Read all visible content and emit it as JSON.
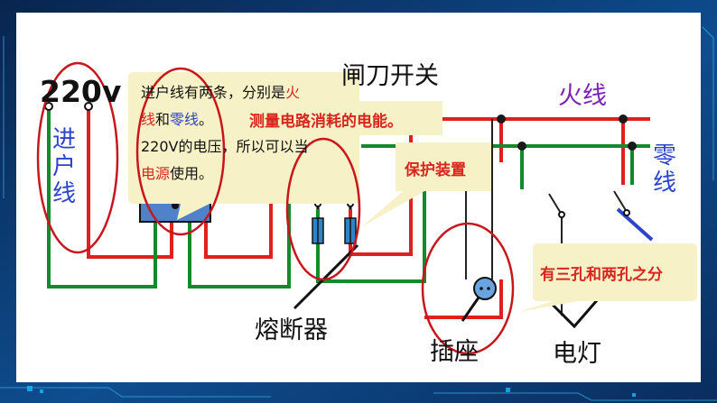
{
  "labels": {
    "voltage": "220v",
    "entry": "进户线",
    "switch": "闸刀开关",
    "live": "火线",
    "neutral": "零线",
    "fuse": "熔断器",
    "socket": "插座",
    "lamp": "电灯"
  },
  "callouts": {
    "entry_note": {
      "l1": "进户线有两条，分别是",
      "l1_red": "火",
      "l2_red": "线",
      "l2_mid": "和",
      "l2_blue": "零线",
      "l2_end": "。",
      "l3": "220V的电压，所以可以当",
      "l4_red": "电源",
      "l4_end": "使用。"
    },
    "meter": "测量电路消耗的电能。",
    "protect": "保护装置",
    "socket_note": "有三孔和两孔之分"
  },
  "colors": {
    "live": "#e0201e",
    "neutral": "#138a2c",
    "callout_bg": "#f6f1c6",
    "callout_text": "#d8261f",
    "ellipse": "#c8161d",
    "frame_dark": "#0c2f63",
    "frame_light": "#1aa7e4"
  }
}
